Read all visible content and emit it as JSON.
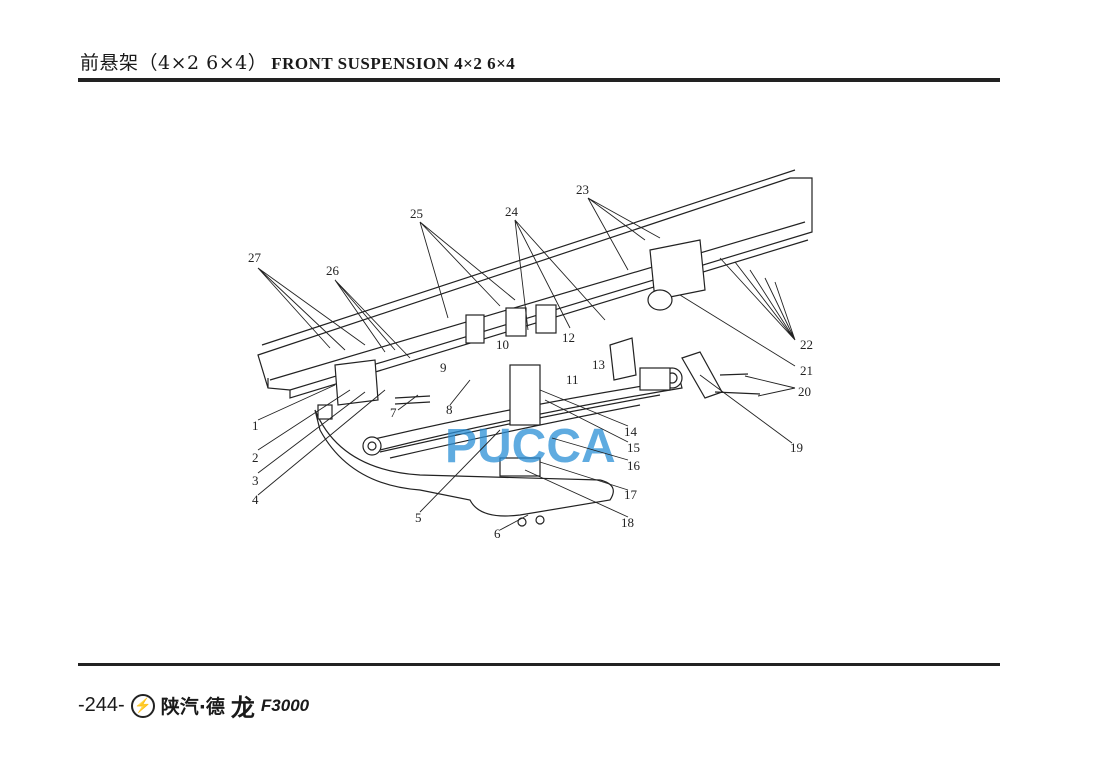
{
  "header": {
    "title_cn": "前悬架（4×2  6×4）",
    "title_en": "FRONT SUSPENSION 4×2 6×4"
  },
  "diagram": {
    "watermark": "PUCCA",
    "callouts": {
      "c1": "1",
      "c2": "2",
      "c3": "3",
      "c4": "4",
      "c5": "5",
      "c6": "6",
      "c7": "7",
      "c8": "8",
      "c9": "9",
      "c10": "10",
      "c11": "11",
      "c12": "12",
      "c13": "13",
      "c14": "14",
      "c15": "15",
      "c16": "16",
      "c17": "17",
      "c18": "18",
      "c19": "19",
      "c20": "20",
      "c21": "21",
      "c22": "22",
      "c23": "23",
      "c24": "24",
      "c25": "25",
      "c26": "26",
      "c27": "27"
    }
  },
  "footer": {
    "page": "-244-",
    "logo_glyph": "⚡",
    "brand": "陕汽·德",
    "brand_script": "龙",
    "model": "F3000"
  }
}
